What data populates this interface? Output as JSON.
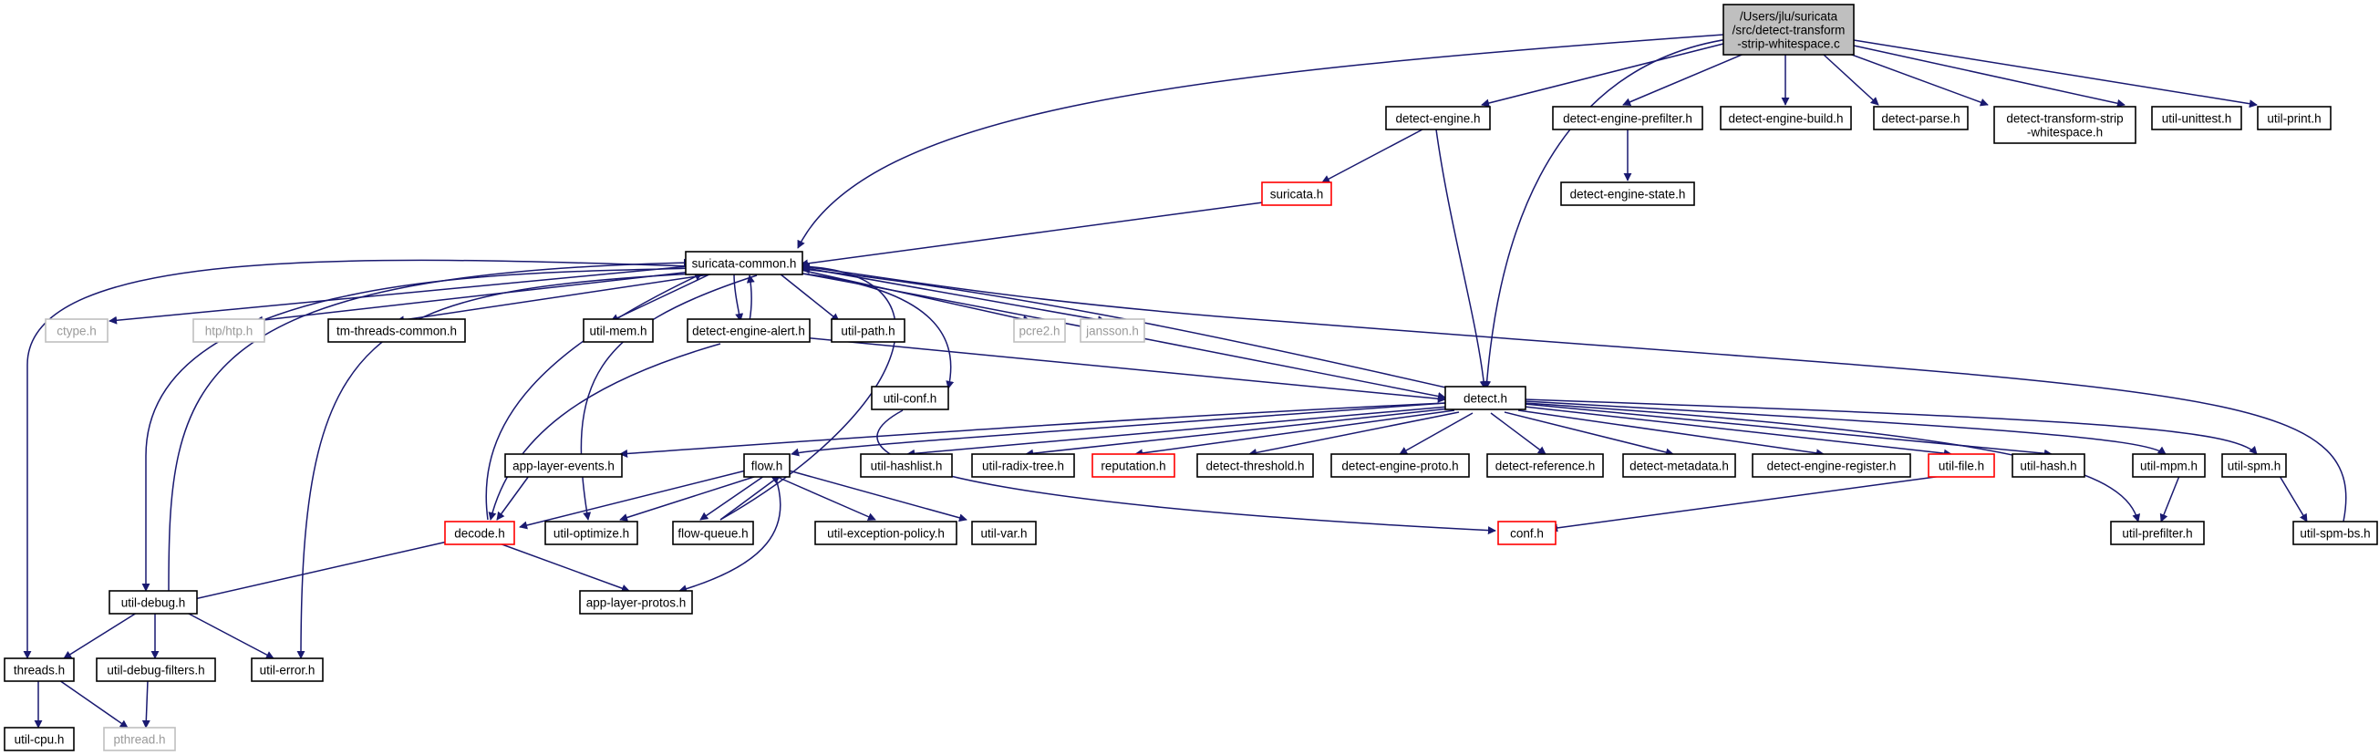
{
  "colors": {
    "edge": "#191970",
    "node_border": "#000000",
    "link_border_red": "#ff0000",
    "missing_border_gray": "#bfbfbf",
    "root_fill": "#bfbfbf"
  },
  "nodes": {
    "root": {
      "lines": [
        "/Users/jlu/suricata",
        "/src/detect-transform",
        "-strip-whitespace.c"
      ],
      "kind": "root"
    },
    "detect_engine": {
      "lines": [
        "detect-engine.h"
      ],
      "kind": "normal"
    },
    "detect_engine_prefilter": {
      "lines": [
        "detect-engine-prefilter.h"
      ],
      "kind": "normal"
    },
    "detect_engine_build": {
      "lines": [
        "detect-engine-build.h"
      ],
      "kind": "normal"
    },
    "detect_parse": {
      "lines": [
        "detect-parse.h"
      ],
      "kind": "normal"
    },
    "detect_transform_strip": {
      "lines": [
        "detect-transform-strip",
        "-whitespace.h"
      ],
      "kind": "normal"
    },
    "util_unittest": {
      "lines": [
        "util-unittest.h"
      ],
      "kind": "normal"
    },
    "util_print": {
      "lines": [
        "util-print.h"
      ],
      "kind": "normal"
    },
    "suricata_h": {
      "lines": [
        "suricata.h"
      ],
      "kind": "red"
    },
    "detect_engine_state": {
      "lines": [
        "detect-engine-state.h"
      ],
      "kind": "normal"
    },
    "suricata_common": {
      "lines": [
        "suricata-common.h"
      ],
      "kind": "normal"
    },
    "ctype": {
      "lines": [
        "ctype.h"
      ],
      "kind": "gray"
    },
    "htp": {
      "lines": [
        "htp/htp.h"
      ],
      "kind": "gray"
    },
    "tm_threads_common": {
      "lines": [
        "tm-threads-common.h"
      ],
      "kind": "normal"
    },
    "util_mem": {
      "lines": [
        "util-mem.h"
      ],
      "kind": "normal"
    },
    "detect_engine_alert": {
      "lines": [
        "detect-engine-alert.h"
      ],
      "kind": "normal"
    },
    "util_path": {
      "lines": [
        "util-path.h"
      ],
      "kind": "normal"
    },
    "pcre2": {
      "lines": [
        "pcre2.h"
      ],
      "kind": "gray"
    },
    "jansson": {
      "lines": [
        "jansson.h"
      ],
      "kind": "gray"
    },
    "util_conf": {
      "lines": [
        "util-conf.h"
      ],
      "kind": "normal"
    },
    "detect_h": {
      "lines": [
        "detect.h"
      ],
      "kind": "normal"
    },
    "app_layer_events": {
      "lines": [
        "app-layer-events.h"
      ],
      "kind": "normal"
    },
    "flow_h": {
      "lines": [
        "flow.h"
      ],
      "kind": "normal"
    },
    "util_hashlist": {
      "lines": [
        "util-hashlist.h"
      ],
      "kind": "normal"
    },
    "util_radix_tree": {
      "lines": [
        "util-radix-tree.h"
      ],
      "kind": "normal"
    },
    "reputation": {
      "lines": [
        "reputation.h"
      ],
      "kind": "red"
    },
    "detect_threshold": {
      "lines": [
        "detect-threshold.h"
      ],
      "kind": "normal"
    },
    "detect_engine_proto": {
      "lines": [
        "detect-engine-proto.h"
      ],
      "kind": "normal"
    },
    "detect_reference": {
      "lines": [
        "detect-reference.h"
      ],
      "kind": "normal"
    },
    "detect_metadata": {
      "lines": [
        "detect-metadata.h"
      ],
      "kind": "normal"
    },
    "detect_engine_register": {
      "lines": [
        "detect-engine-register.h"
      ],
      "kind": "normal"
    },
    "util_file": {
      "lines": [
        "util-file.h"
      ],
      "kind": "red"
    },
    "util_hash": {
      "lines": [
        "util-hash.h"
      ],
      "kind": "normal"
    },
    "util_mpm": {
      "lines": [
        "util-mpm.h"
      ],
      "kind": "normal"
    },
    "util_spm": {
      "lines": [
        "util-spm.h"
      ],
      "kind": "normal"
    },
    "decode_h": {
      "lines": [
        "decode.h"
      ],
      "kind": "red"
    },
    "util_optimize": {
      "lines": [
        "util-optimize.h"
      ],
      "kind": "normal"
    },
    "flow_queue": {
      "lines": [
        "flow-queue.h"
      ],
      "kind": "normal"
    },
    "util_exception_policy": {
      "lines": [
        "util-exception-policy.h"
      ],
      "kind": "normal"
    },
    "util_var": {
      "lines": [
        "util-var.h"
      ],
      "kind": "normal"
    },
    "conf_h": {
      "lines": [
        "conf.h"
      ],
      "kind": "red"
    },
    "util_prefilter": {
      "lines": [
        "util-prefilter.h"
      ],
      "kind": "normal"
    },
    "util_spm_bs": {
      "lines": [
        "util-spm-bs.h"
      ],
      "kind": "normal"
    },
    "app_layer_protos": {
      "lines": [
        "app-layer-protos.h"
      ],
      "kind": "normal"
    },
    "util_debug": {
      "lines": [
        "util-debug.h"
      ],
      "kind": "normal"
    },
    "threads": {
      "lines": [
        "threads.h"
      ],
      "kind": "normal"
    },
    "util_debug_filters": {
      "lines": [
        "util-debug-filters.h"
      ],
      "kind": "normal"
    },
    "util_error": {
      "lines": [
        "util-error.h"
      ],
      "kind": "normal"
    },
    "util_cpu": {
      "lines": [
        "util-cpu.h"
      ],
      "kind": "normal"
    },
    "pthread": {
      "lines": [
        "pthread.h"
      ],
      "kind": "gray"
    }
  }
}
